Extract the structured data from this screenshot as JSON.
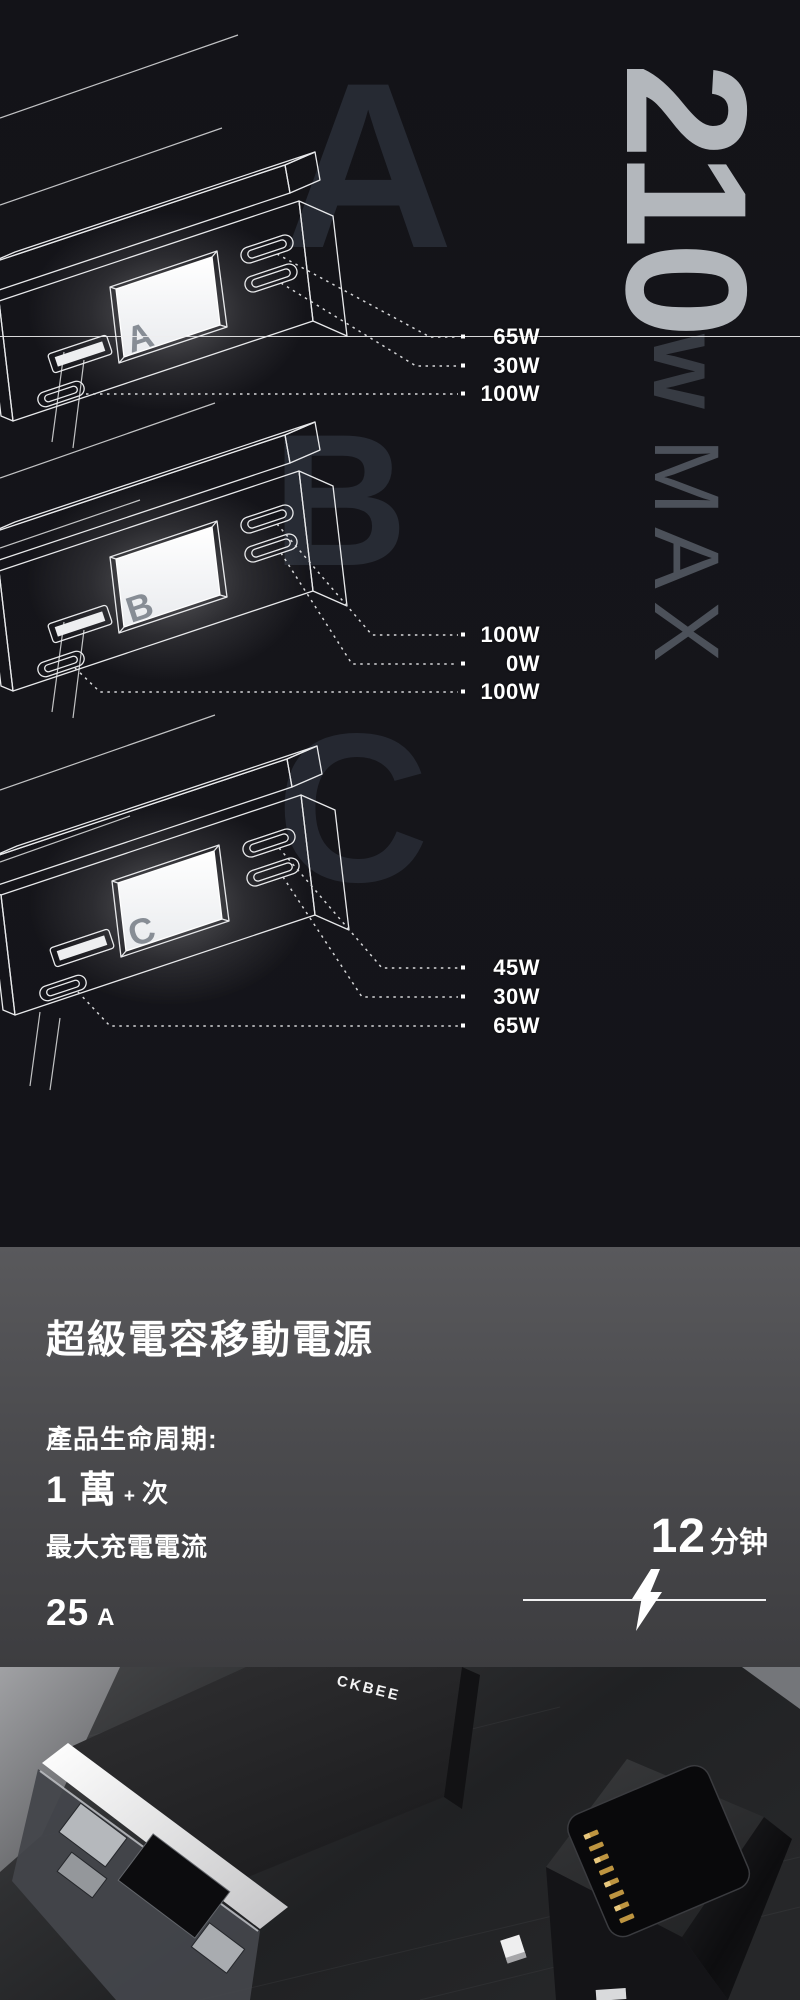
{
  "hero": {
    "watt": {
      "value": "210",
      "unit": "w",
      "suffix": "MAX"
    },
    "devices": [
      {
        "letter": "A",
        "ghost_letter": "A",
        "port_labels": [
          "65W",
          "30W",
          "100W"
        ]
      },
      {
        "letter": "B",
        "ghost_letter": "B",
        "port_labels": [
          "100W",
          "0W",
          "100W"
        ]
      },
      {
        "letter": "C",
        "ghost_letter": "C",
        "port_labels": [
          "45W",
          "30W",
          "65W"
        ]
      }
    ]
  },
  "specs": {
    "title": "超級電容移動電源",
    "lifecycle_label": "產品生命周期:",
    "lifecycle_value": "1 萬",
    "lifecycle_plus": "+",
    "lifecycle_unit": "次",
    "current_label": "最大充電電流",
    "current_value": "25",
    "current_unit": "A",
    "charge_time_value": "12",
    "charge_time_unit": "分钟"
  },
  "photo": {
    "brand_text": "CKBEE"
  },
  "colors": {
    "background": "#15151a",
    "section_gray_top": "#59595c",
    "section_gray_bottom": "#3d3d40",
    "wireframe_white": "#e8e9eb",
    "ghost_letter": "#262a33",
    "watt_number": "#b3b7bc",
    "gold_pins": "#bd9440"
  }
}
